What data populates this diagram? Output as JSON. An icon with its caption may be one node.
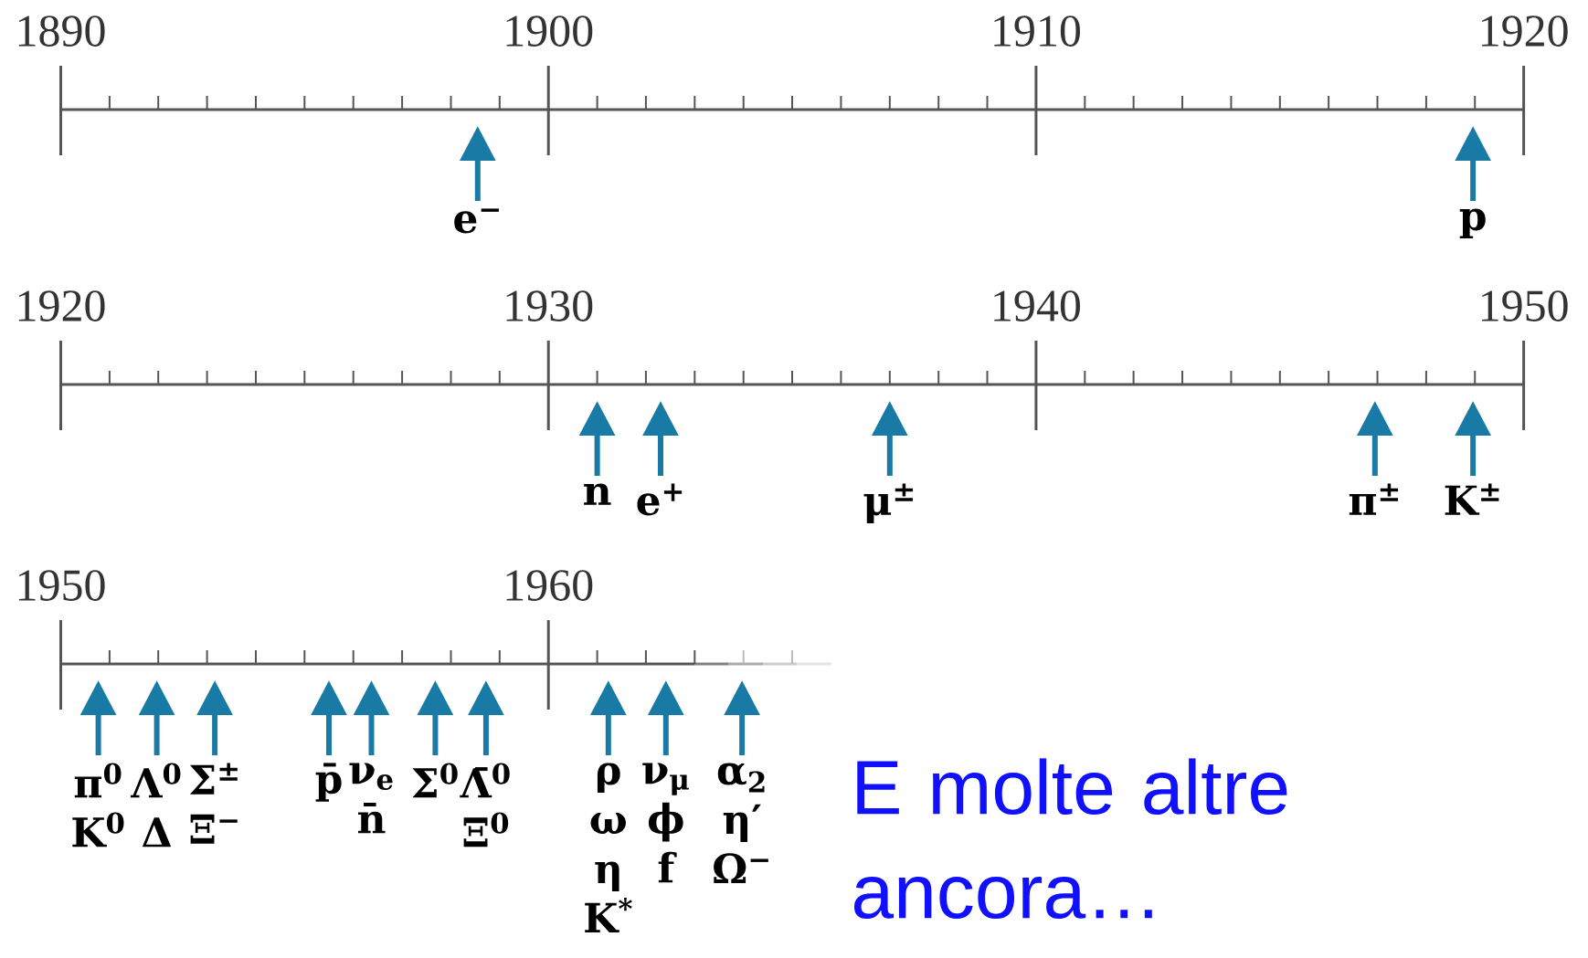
{
  "diagram": {
    "nodes": [
      {
        "text": [
          "e$^{−}$"
        ]
      },
      {
        "text": [
          "p"
        ]
      },
      {
        "text": [
          "n"
        ]
      },
      {
        "text": [
          "e$^{+}$"
        ]
      },
      {
        "text": [
          "μ$^{±}$"
        ]
      },
      {
        "text": [
          "π$^{±}$"
        ]
      },
      {
        "text": [
          "K$^{±}$"
        ]
      },
      {
        "text": [
          "π$^{0}$",
          "K$^{0}$"
        ]
      },
      {
        "text": [
          "Λ$^{0}$",
          "Δ"
        ]
      },
      {
        "text": [
          "Σ$^{±}$",
          "Ξ$^{−}$"
        ]
      },
      {
        "text": [
          "p̄"
        ]
      },
      {
        "text": [
          "ν$_{e}$",
          "n̄"
        ]
      },
      {
        "text": [
          "Σ$^{0}$"
        ]
      },
      {
        "text": [
          "Λ̄$^{0}$",
          "Ξ$^{0}$"
        ]
      },
      {
        "text": [
          "ρ",
          "ω",
          "η",
          "K$^{*}$"
        ]
      },
      {
        "text": [
          "ν$_{μ}$",
          "ϕ",
          "f"
        ]
      },
      {
        "text": [
          "α$_{2}$",
          "η′",
          "Ω$^{−}$"
        ]
      }
    ],
    "edges": [
      {
        "from": 0,
        "to": null,
        "arrow": "to"
      },
      {
        "from": 1,
        "to": null,
        "arrow": "to"
      },
      {
        "from": 2,
        "to": null,
        "arrow": "to"
      },
      {
        "from": 3,
        "to": null,
        "arrow": "to"
      },
      {
        "from": 4,
        "to": null,
        "arrow": "to"
      },
      {
        "from": 5,
        "to": null,
        "arrow": "to"
      },
      {
        "from": 6,
        "to": null,
        "arrow": "to"
      },
      {
        "from": 7,
        "to": null,
        "arrow": "to"
      },
      {
        "from": 8,
        "to": null,
        "arrow": "to"
      },
      {
        "from": 9,
        "to": null,
        "arrow": "to"
      },
      {
        "from": 10,
        "to": null,
        "arrow": "to"
      },
      {
        "from": 11,
        "to": null,
        "arrow": "to"
      },
      {
        "from": 12,
        "to": null,
        "arrow": "to"
      },
      {
        "from": 13,
        "to": null,
        "arrow": "to"
      },
      {
        "from": 14,
        "to": null,
        "arrow": "to"
      },
      {
        "from": 15,
        "to": null,
        "arrow": "to"
      },
      {
        "from": 16,
        "to": null,
        "arrow": "to"
      }
    ],
    "labels": [
      "1890",
      "1900",
      "1910",
      "1920",
      "1920",
      "1930",
      "1940",
      "1950",
      "1950",
      "1960",
      "E molte altre ancora…"
    ]
  }
}
